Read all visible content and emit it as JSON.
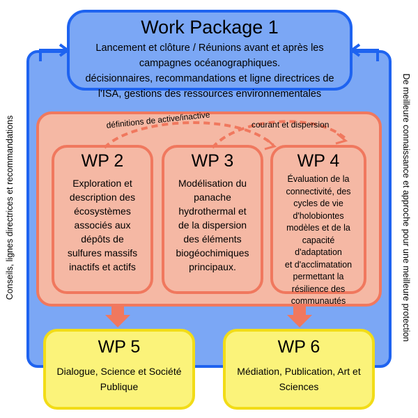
{
  "wp1": {
    "title": "Work Package 1",
    "line1": "Lancement et clôture / Réunions avant et après les",
    "line2": "campagnes océanographiques.",
    "line3": "décisionnaires, recommandations et ligne directrices de",
    "line4": "l'ISA, gestions des ressources environnementales"
  },
  "wp2": {
    "title": "WP 2",
    "lines": [
      "Exploration et",
      "description des",
      "écosystèmes",
      "associés aux",
      "dépôts de",
      "sulfures massifs",
      "inactifs et actifs"
    ]
  },
  "wp3": {
    "title": "WP 3",
    "lines": [
      "Modélisation du",
      "panache",
      "hydrothermal et",
      "de la dispersion",
      "des éléments",
      "biogéochimiques",
      "principaux."
    ]
  },
  "wp4": {
    "title": "WP 4",
    "lines": [
      "Évaluation de la",
      "connectivité, des",
      "cycles de vie",
      "d'holobiontes",
      "modèles et de la",
      "capacité d'adaptation",
      "et d'acclimatation",
      "permettant la",
      "résilience des",
      "communautés"
    ]
  },
  "wp5": {
    "title": "WP 5",
    "line1": "Dialogue, Science et Société",
    "line2": "Publique"
  },
  "wp6": {
    "title": "WP 6",
    "line1": "Médiation, Publication, Art et",
    "line2": "Sciences"
  },
  "labels": {
    "left": "Conseils, lignes directrices et recommandations",
    "right": "De meilleure connaissance et approche pour une meilleure protection",
    "curve1": "définitions de active/inactive",
    "curve2": "courant et dispersion"
  },
  "colors": {
    "blue_fill": "#7ba7f5",
    "blue_border": "#1e63f0",
    "pink_fill": "#f5b8a4",
    "pink_border": "#f0785e",
    "yellow_fill": "#fbf37a",
    "yellow_border": "#f2dc17"
  }
}
